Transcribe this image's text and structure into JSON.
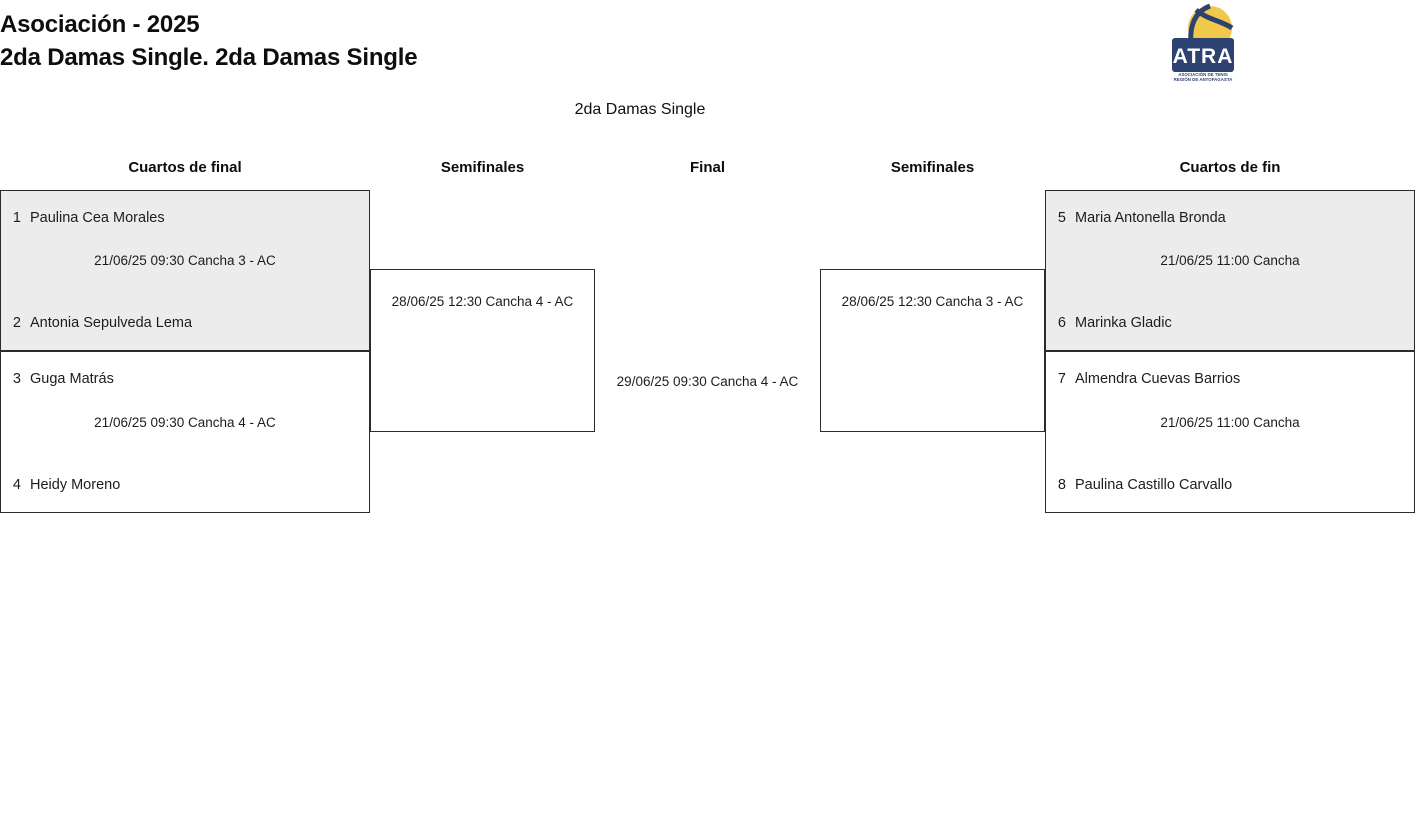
{
  "header": {
    "title_line1": "Asociación - 2025",
    "title_line2": "2da Damas Single. 2da Damas Single",
    "logo": {
      "wordmark": "ATRA",
      "tagline_line1": "ASOCIACIÓN DE TENIS",
      "tagline_line2": "REGIÓN DE ANTOFAGASTA",
      "ball_color": "#f0c94b",
      "brand_color": "#2e4272"
    }
  },
  "draw": {
    "title": "2da Damas Single"
  },
  "round_headers": {
    "quarterfinals_left": "Cuartos de final",
    "semifinals_left": "Semifinales",
    "final": "Final",
    "semifinals_right": "Semifinales",
    "quarterfinals_right": "Cuartos de fin"
  },
  "bracket": {
    "left": {
      "quarterfinals": [
        {
          "shaded": true,
          "player_top": {
            "seed": "1",
            "name": "Paulina Cea Morales"
          },
          "player_bottom": {
            "seed": "2",
            "name": "Antonia Sepulveda Lema"
          },
          "info": "21/06/25 09:30 Cancha 3 - AC"
        },
        {
          "shaded": false,
          "player_top": {
            "seed": "3",
            "name": "Guga Matrás"
          },
          "player_bottom": {
            "seed": "4",
            "name": "Heidy Moreno"
          },
          "info": "21/06/25 09:30 Cancha 4 - AC"
        }
      ],
      "semifinal": {
        "info": "28/06/25 12:30 Cancha 4 - AC",
        "player_top": {
          "seed": "",
          "name": ""
        },
        "player_bottom": {
          "seed": "",
          "name": ""
        }
      }
    },
    "final": {
      "info": "29/06/25 09:30 Cancha 4 - AC"
    },
    "right": {
      "semifinal": {
        "info": "28/06/25 12:30 Cancha 3 - AC",
        "player_top": {
          "seed": "",
          "name": ""
        },
        "player_bottom": {
          "seed": "",
          "name": ""
        }
      },
      "quarterfinals": [
        {
          "shaded": true,
          "player_top": {
            "seed": "5",
            "name": "Maria Antonella Bronda"
          },
          "player_bottom": {
            "seed": "6",
            "name": "Marinka Gladic"
          },
          "info": "21/06/25 11:00 Cancha"
        },
        {
          "shaded": false,
          "player_top": {
            "seed": "7",
            "name": "Almendra Cuevas Barrios"
          },
          "player_bottom": {
            "seed": "8",
            "name": "Paulina Castillo Carvallo"
          },
          "info": "21/06/25 11:00 Cancha"
        }
      ]
    }
  }
}
